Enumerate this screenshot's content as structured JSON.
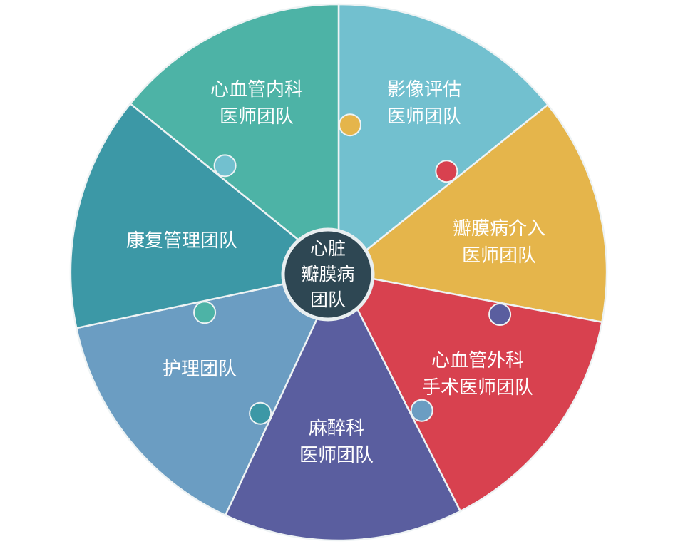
{
  "center": {
    "lines": [
      "心脏",
      "瓣膜病",
      "团队"
    ],
    "color": "#2e4753"
  },
  "segments": [
    {
      "id": "cardiology",
      "lines": [
        "心血管内科",
        "医师团队"
      ],
      "color": "#72c0cf"
    },
    {
      "id": "imaging",
      "lines": [
        "影像评估",
        "医师团队"
      ],
      "color": "#e5b54b"
    },
    {
      "id": "intervention",
      "lines": [
        "瓣膜病介入",
        "医师团队"
      ],
      "color": "#d8414f"
    },
    {
      "id": "surgery",
      "lines": [
        "心血管外科",
        "手术医师团队"
      ],
      "color": "#5a5e9f"
    },
    {
      "id": "anesthesia",
      "lines": [
        "麻醉科",
        "医师团队"
      ],
      "color": "#6b9dc2"
    },
    {
      "id": "nursing",
      "lines": [
        "护理团队"
      ],
      "color": "#3c98a6"
    },
    {
      "id": "rehab",
      "lines": [
        "康复管理团队"
      ],
      "color": "#4db3a6"
    }
  ]
}
